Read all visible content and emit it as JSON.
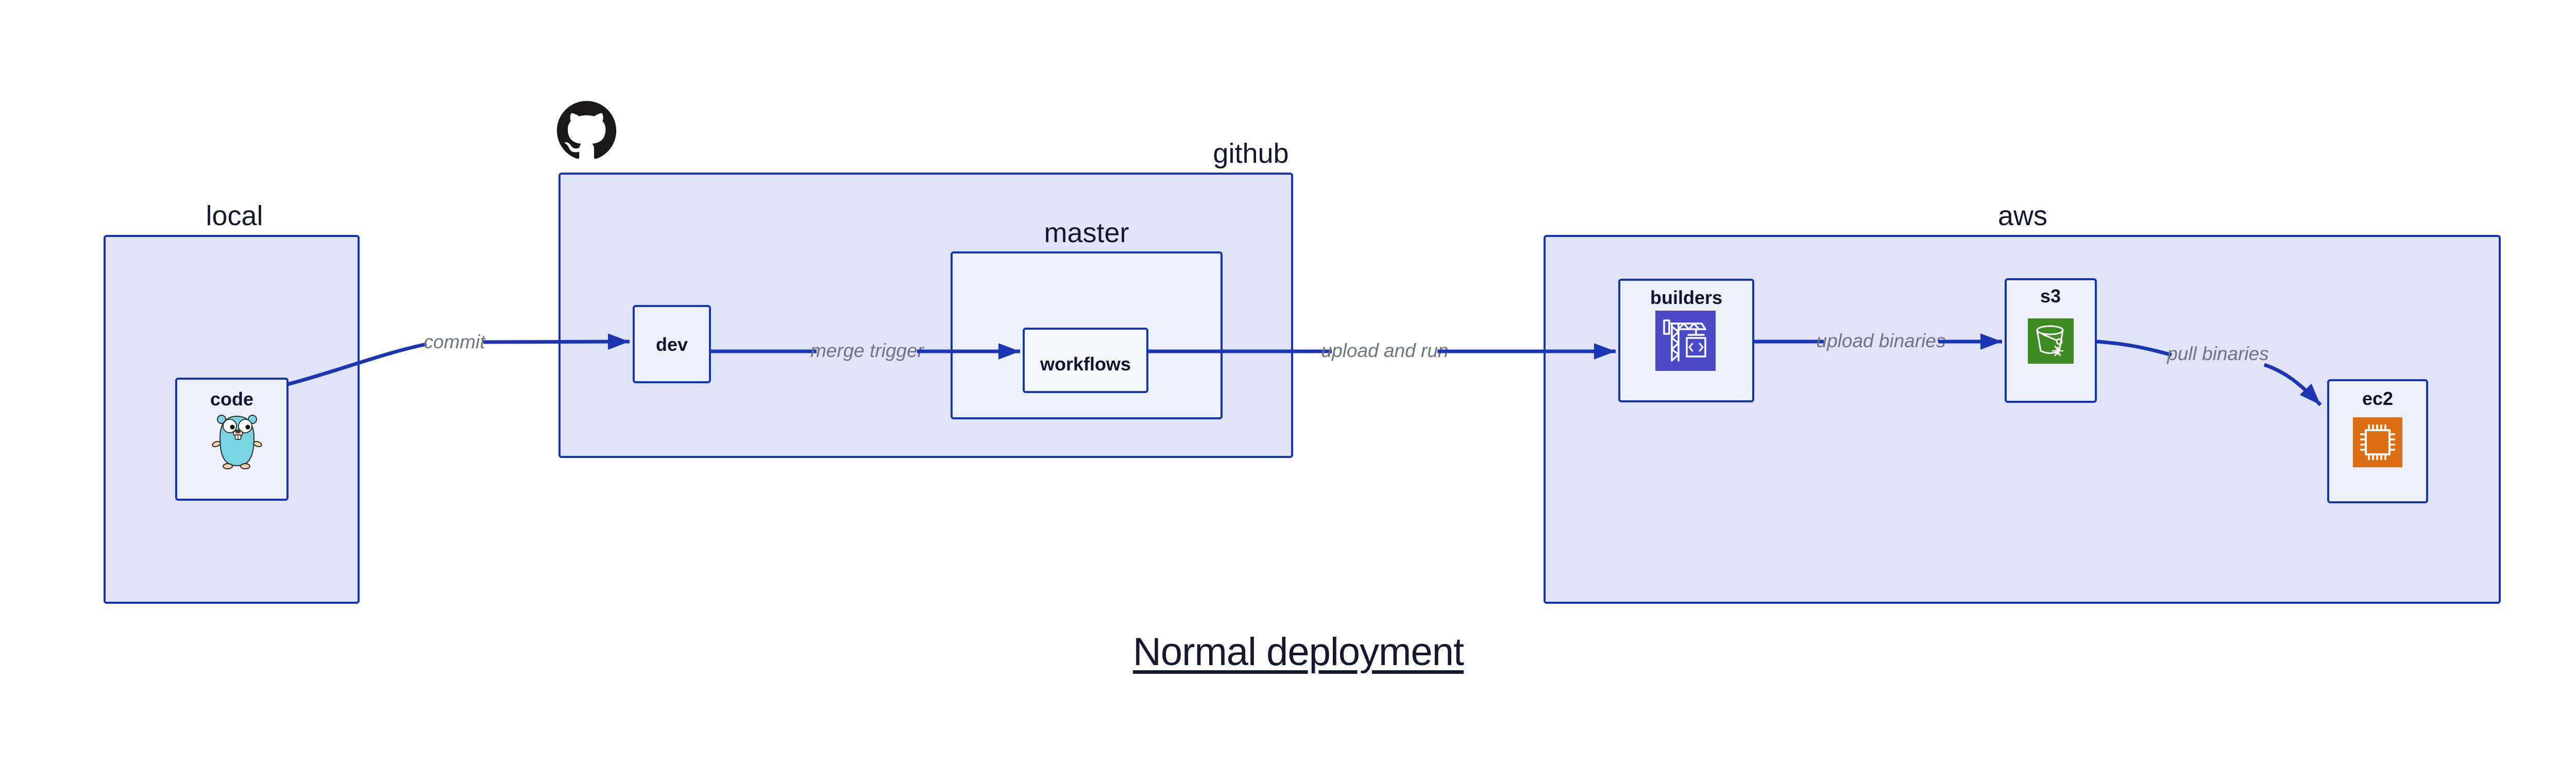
{
  "diagram": {
    "title": "Normal deployment",
    "groups": [
      {
        "id": "local",
        "label": "local"
      },
      {
        "id": "github",
        "label": "github",
        "icon": "github-octocat"
      },
      {
        "id": "master",
        "label": "master",
        "parent": "github"
      },
      {
        "id": "aws",
        "label": "aws"
      }
    ],
    "nodes": [
      {
        "id": "code",
        "label": "code",
        "icon": "go-gopher",
        "parent": "local"
      },
      {
        "id": "dev",
        "label": "dev",
        "parent": "github"
      },
      {
        "id": "workflows",
        "label": "workflows",
        "parent": "master"
      },
      {
        "id": "builders",
        "label": "builders",
        "icon": "aws-codebuild",
        "parent": "aws"
      },
      {
        "id": "s3",
        "label": "s3",
        "icon": "aws-s3",
        "parent": "aws"
      },
      {
        "id": "ec2",
        "label": "ec2",
        "icon": "aws-ec2",
        "parent": "aws"
      }
    ],
    "edges": [
      {
        "from": "code",
        "to": "dev",
        "label": "commit"
      },
      {
        "from": "dev",
        "to": "workflows",
        "label": "merge trigger"
      },
      {
        "from": "workflows",
        "to": "builders",
        "label": "upload and run"
      },
      {
        "from": "builders",
        "to": "s3",
        "label": "upload binaries"
      },
      {
        "from": "s3",
        "to": "ec2",
        "label": "pull binaries"
      }
    ],
    "colors": {
      "edge_blue": "#1b35b5",
      "border_blue": "#1535b2",
      "group_fill": "#dfe4f8",
      "node_fill": "#edf1fc",
      "subnode_fill": "#f5f7fd",
      "label_navy": "#14192e",
      "edge_label_gray": "#6e7480",
      "codebuild_indigo": "#4a4ac6",
      "s3_green": "#3d8b22",
      "ec2_orange": "#dc6e14",
      "octocat_black": "#191717",
      "gopher_teal": "#79d4e2"
    }
  }
}
